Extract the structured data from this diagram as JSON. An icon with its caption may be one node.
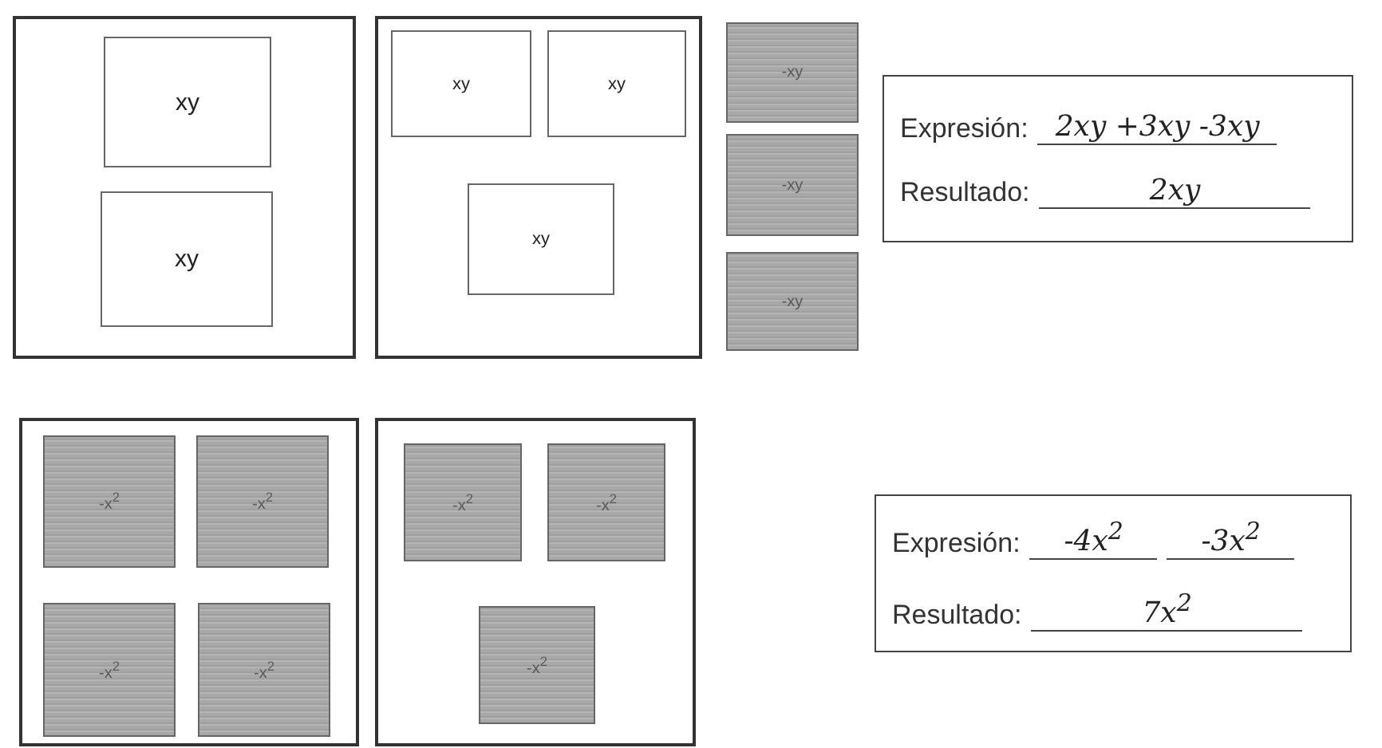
{
  "diagram": {
    "nodes": [
      {
        "text": [],
        "shape": "box"
      },
      {
        "text": [
          "xy"
        ],
        "in": 0
      },
      {
        "text": [
          "xy"
        ],
        "in": 0
      },
      {
        "text": [],
        "shape": "box"
      },
      {
        "text": [
          "xy"
        ],
        "in": 3
      },
      {
        "text": [
          "xy"
        ],
        "in": 3
      },
      {
        "text": [
          "xy"
        ],
        "in": 3
      },
      {
        "text": [
          "-xy"
        ]
      },
      {
        "text": [
          "-xy"
        ]
      },
      {
        "text": [
          "-xy"
        ]
      },
      {
        "text": [
          "Expresión:",
          "2xy +3xy -3xy",
          "Resultado:",
          "2xy"
        ]
      },
      {
        "text": [],
        "shape": "box"
      },
      {
        "text": [
          "-x$^{2}$"
        ],
        "in": 11
      },
      {
        "text": [
          "-x$^{2}$"
        ],
        "in": 11
      },
      {
        "text": [
          "-x$^{2}$"
        ],
        "in": 11
      },
      {
        "text": [
          "-x$^{2}$"
        ],
        "in": 11
      },
      {
        "text": [],
        "shape": "box"
      },
      {
        "text": [
          "-x$^{2}$"
        ],
        "in": 16
      },
      {
        "text": [
          "-x$^{2}$"
        ],
        "in": 16
      },
      {
        "text": [
          "-x$^{2}$"
        ],
        "in": 16
      },
      {
        "text": [
          "Expresión:",
          "-4x$^{2}$",
          "-3x$^{2}$",
          "Resultado:",
          "7x$^{2}$"
        ]
      }
    ]
  }
}
